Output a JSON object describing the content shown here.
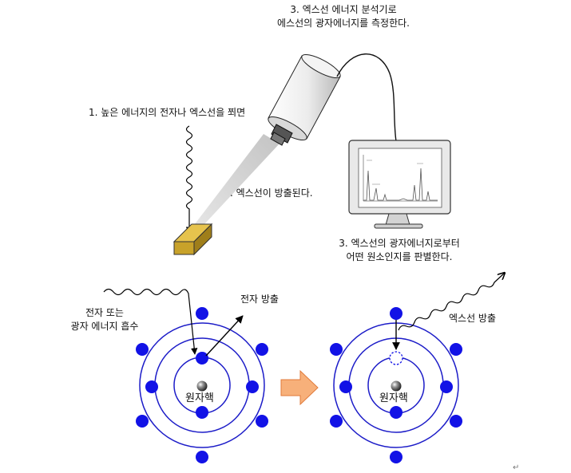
{
  "labels": {
    "step3_measure_line1": "3. 엑스선 에너지 분석기로",
    "step3_measure_line2": "에스선의 광자에너지를 측정한다.",
    "step1": "1. 높은 에너지의 전자나 엑스선을 쬐면",
    "step2": ". 엑스선이 방출된다.",
    "step3_identify_line1": "3. 엑스선의 광자에너지로부터",
    "step3_identify_line2": "어떤 원소인지를 판별한다.",
    "electron_emission": "전자 방출",
    "absorb_line1": "전자 또는",
    "absorb_line2": "광자 에너지 흡수",
    "xray_emission": "엑스선 방출",
    "nucleus_left": "원자핵",
    "nucleus_right": "원자핵"
  },
  "colors": {
    "orbit": "#1c1cc8",
    "electron": "#1212e6",
    "sample_fill": "#c8a22a",
    "arrow_fill": "#f7b07a",
    "arrow_stroke": "#e07a3a"
  },
  "icons": [
    "detector-icon",
    "monitor-icon",
    "wavy-arrow-icon",
    "nucleus-icon",
    "process-arrow-icon"
  ]
}
